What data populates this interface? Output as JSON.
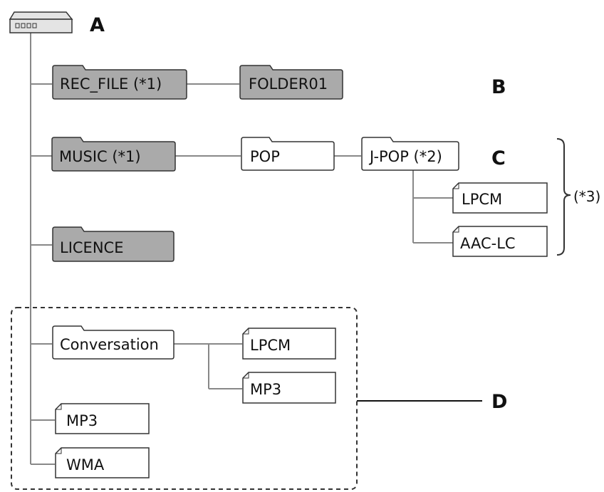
{
  "callouts": {
    "a": "A",
    "b": "B",
    "c": "C",
    "d": "D",
    "note3": "(*3)"
  },
  "folders": {
    "rec_file": "REC_FILE (*1)",
    "folder01": "FOLDER01",
    "music": "MUSIC (*1)",
    "pop": "POP",
    "jpop": "J-POP (*2)",
    "licence": "LICENCE",
    "conversation": "Conversation"
  },
  "files": {
    "jpop_lpcm": "LPCM",
    "jpop_aaclc": "AAC-LC",
    "conv_lpcm": "LPCM",
    "conv_mp3": "MP3",
    "root_mp3": "MP3",
    "root_wma": "WMA"
  },
  "colors": {
    "gray_folder": "#aaaaaa",
    "white_box": "#ffffff",
    "line": "#888888",
    "stroke": "#333333"
  }
}
